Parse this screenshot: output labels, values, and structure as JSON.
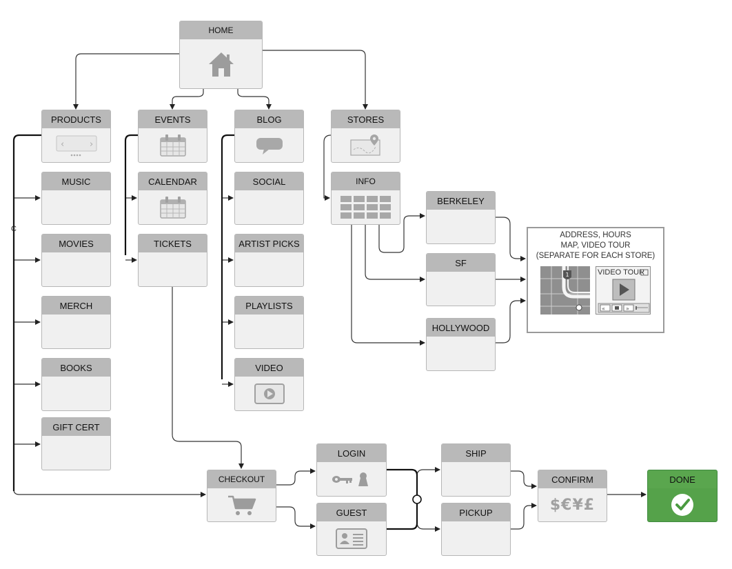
{
  "nodes": {
    "home": "HOME",
    "products": "PRODUCTS",
    "music": "MUSIC",
    "movies": "MOVIES",
    "merch": "MERCH",
    "books": "BOOKS",
    "gift_cert": "GIFT CERT",
    "events": "EVENTS",
    "calendar": "CALENDAR",
    "tickets": "TICKETS",
    "blog": "BLOG",
    "social": "SOCIAL",
    "artist_picks": "ARTIST PICKS",
    "playlists": "PLAYLISTS",
    "video": "VIDEO",
    "stores": "STORES",
    "info": "INFO",
    "berkeley": "BERKELEY",
    "sf": "SF",
    "hollywood": "HOLLYWOOD",
    "checkout": "CHECKOUT",
    "login": "LOGIN",
    "guest": "GUEST",
    "ship": "SHIP",
    "pickup": "PICKUP",
    "confirm": "CONFIRM",
    "done": "DONE"
  },
  "store_note": {
    "line1": "ADDRESS, HOURS",
    "line2": "MAP, VIDEO TOUR",
    "line3": "(SEPARATE FOR EACH STORE)",
    "video_tour_label": "VIDEO TOUR"
  },
  "currency_symbols": "$€¥£",
  "stray_mark": "C",
  "icons": {
    "home": "house-icon",
    "products": "carousel-icon",
    "events": "calendar-icon",
    "calendar": "calendar-icon",
    "blog": "speech-bubble-icon",
    "video": "play-button-icon",
    "stores": "map-pin-icon",
    "info": "grid-icon",
    "checkout": "cart-icon",
    "login": "key-lock-icon",
    "guest": "id-card-icon",
    "confirm": "currency-icon",
    "done": "checkmark-icon",
    "map": "map-icon"
  },
  "colors": {
    "header_gray": "#b9b9b9",
    "body_gray": "#f0f0f0",
    "done_green": "#5aa64e",
    "connector": "#222222"
  }
}
